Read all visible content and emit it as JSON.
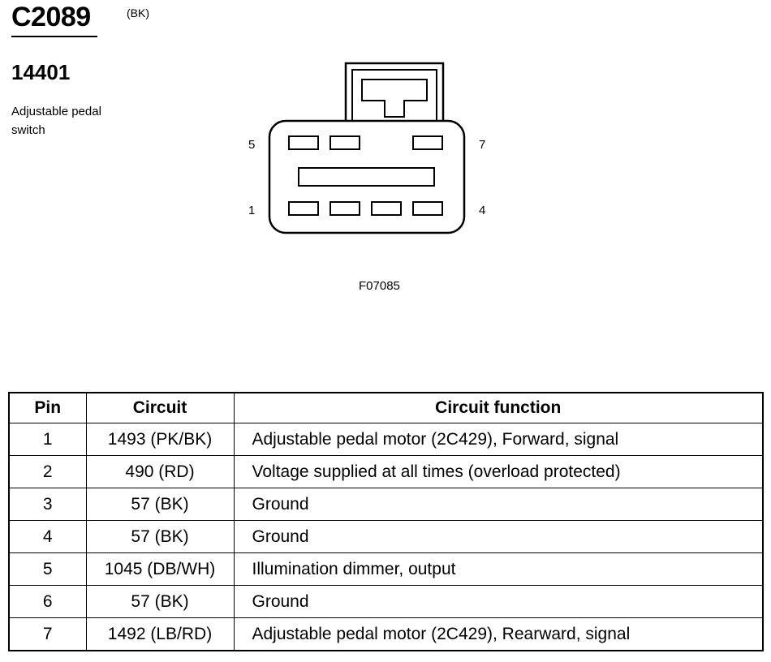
{
  "connector": {
    "id": "C2089",
    "color": "(BK)",
    "part_number": "14401",
    "description": "Adjustable pedal switch",
    "pin_labels": {
      "top_left": "5",
      "top_right": "7",
      "bottom_left": "1",
      "bottom_right": "4"
    },
    "figure_id": "F07085"
  },
  "table": {
    "headers": {
      "pin": "Pin",
      "circuit": "Circuit",
      "function": "Circuit function"
    },
    "rows": [
      {
        "pin": "1",
        "circuit": "1493 (PK/BK)",
        "function": "Adjustable pedal motor (2C429), Forward, signal"
      },
      {
        "pin": "2",
        "circuit": "490 (RD)",
        "function": "Voltage supplied at all times (overload protected)"
      },
      {
        "pin": "3",
        "circuit": "57 (BK)",
        "function": "Ground"
      },
      {
        "pin": "4",
        "circuit": "57 (BK)",
        "function": "Ground"
      },
      {
        "pin": "5",
        "circuit": "1045 (DB/WH)",
        "function": "Illumination dimmer, output"
      },
      {
        "pin": "6",
        "circuit": "57 (BK)",
        "function": "Ground"
      },
      {
        "pin": "7",
        "circuit": "1492 (LB/RD)",
        "function": "Adjustable pedal motor (2C429), Rearward, signal"
      }
    ]
  }
}
